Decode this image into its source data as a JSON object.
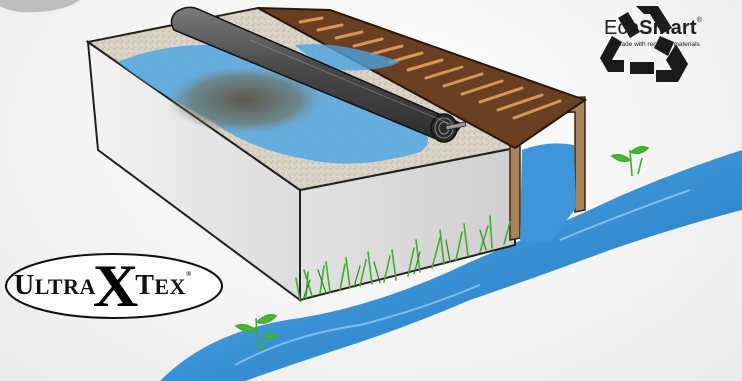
{
  "ecosmart": {
    "brand_light": "Eco",
    "brand_bold": "Smart",
    "registered": "®",
    "tagline": "Made with recycled materials",
    "icon": "recycle-icon"
  },
  "ultraxtex": {
    "left": "LTRA",
    "left_cap": "U",
    "x": "X",
    "right_cap": "T",
    "right": "EX",
    "registered": "®"
  },
  "colors": {
    "water": "#3a92d6",
    "water_light": "#6fb8ec",
    "grate": "#6b3f22",
    "concrete": "#d9d9d9",
    "roll": "#555555",
    "grass": "#3fae2a"
  }
}
